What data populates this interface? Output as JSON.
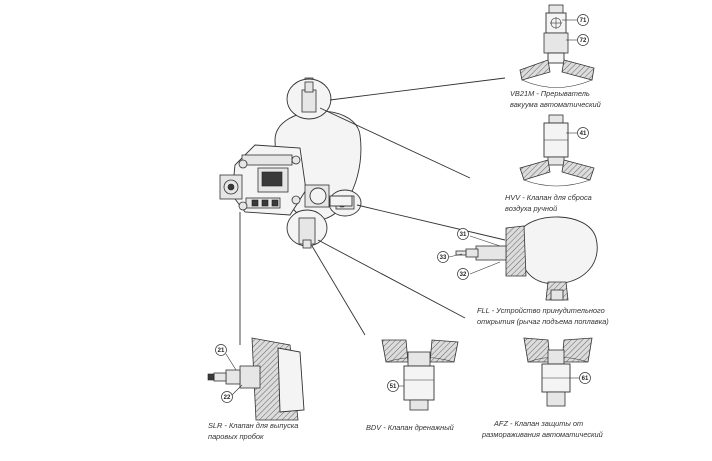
{
  "callouts": {
    "vb21m": {
      "line1": "VB21M - Прерыватель",
      "line2": "вакуума автоматический",
      "numbers": [
        "71",
        "72"
      ]
    },
    "hvv": {
      "line1": "HVV - Клапан для сброса",
      "line2": "воздуха ручной",
      "numbers": [
        "41"
      ]
    },
    "fll": {
      "line1": "FLL - Устройство принудительного",
      "line2": "открытия (рычаг подъема поплавка)",
      "numbers": [
        "31",
        "33",
        "32"
      ]
    },
    "slr": {
      "line1": "SLR - Клапан для  выпуска",
      "line2": "паровых пробок",
      "numbers": [
        "21",
        "22"
      ]
    },
    "bdv": {
      "line1": "BDV - Клапан дренажный",
      "numbers": [
        "51"
      ]
    },
    "afz": {
      "line1": "AFZ - Клапан защиты от",
      "line2": "размораживания автоматический",
      "numbers": [
        "61"
      ]
    }
  },
  "colors": {
    "line": "#333333",
    "section_fill": "#e6e6e6",
    "dark_part": "#3a3a3a"
  }
}
